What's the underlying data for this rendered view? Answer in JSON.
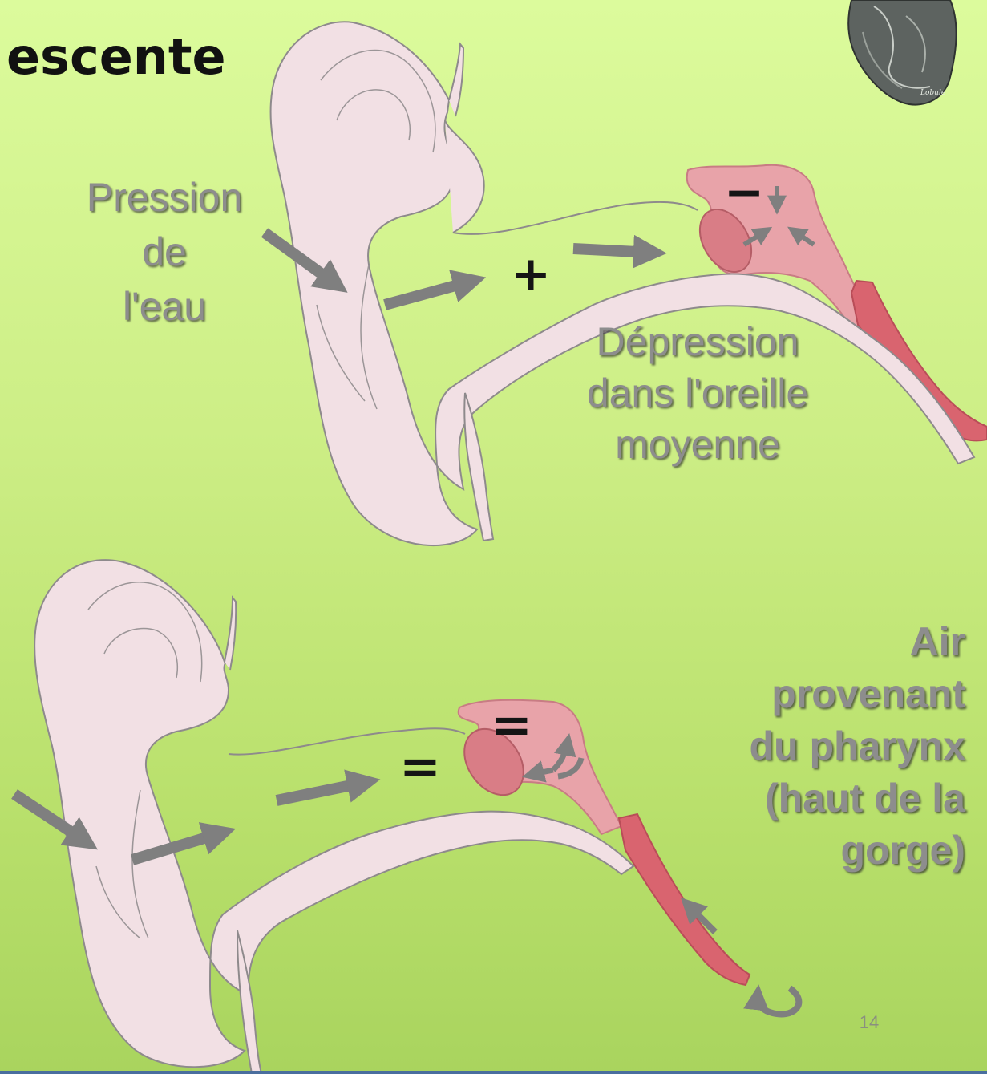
{
  "slide": {
    "title_fragment": "escente",
    "page_number": "14"
  },
  "labels": {
    "water_pressure": "Pression\nde\nl'eau",
    "depression": "Dépression\ndans l'oreille\nmoyenne",
    "air_from_pharynx": "Air\nprovenant\ndu pharynx\n(haut de la\ngorge)"
  },
  "symbols": {
    "plus": "+",
    "minus": "−",
    "equal": "="
  },
  "thumbnail": {
    "lettering": [
      "Lobule"
    ]
  },
  "colors": {
    "background_top": "#dcfb9c",
    "background_bottom": "#a9d45e",
    "ear_skin": "#f2e0e4",
    "middle_ear": "#e9a4aa",
    "eustachian_tube": "#d9646f",
    "arrow_gray": "#808080",
    "label_gray": "#8d8d8d"
  }
}
